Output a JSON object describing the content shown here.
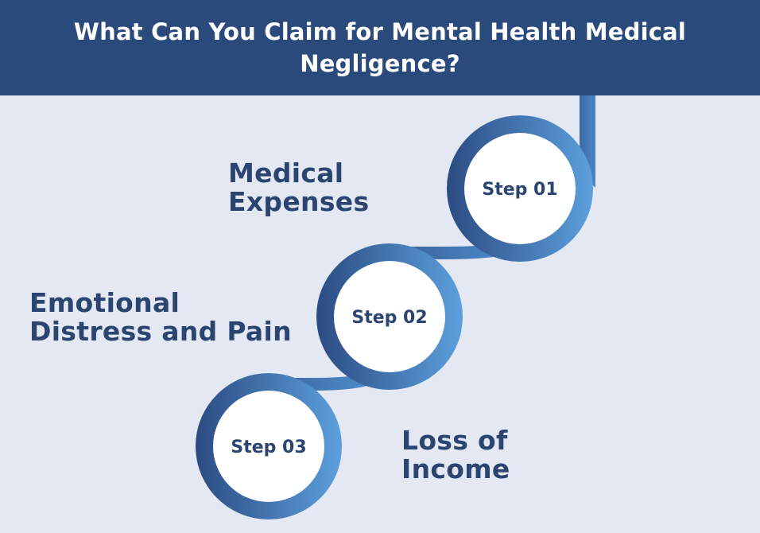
{
  "header": {
    "title": "What Can You Claim for Mental Health Medical Negligence?"
  },
  "steps": [
    {
      "label": "Step 01",
      "item_line1": "Medical",
      "item_line2": "Expenses"
    },
    {
      "label": "Step 02",
      "item_line1": "Emotional",
      "item_line2": "Distress and Pain"
    },
    {
      "label": "Step 03",
      "item_line1": "Loss of",
      "item_line2": "Income"
    }
  ],
  "colors": {
    "header_bg": "#2b4a7c",
    "page_bg": "#e3e8f2",
    "ring_dark": "#2c4b82",
    "ring_light": "#5ca0dd",
    "text_dark": "#2b4470"
  }
}
